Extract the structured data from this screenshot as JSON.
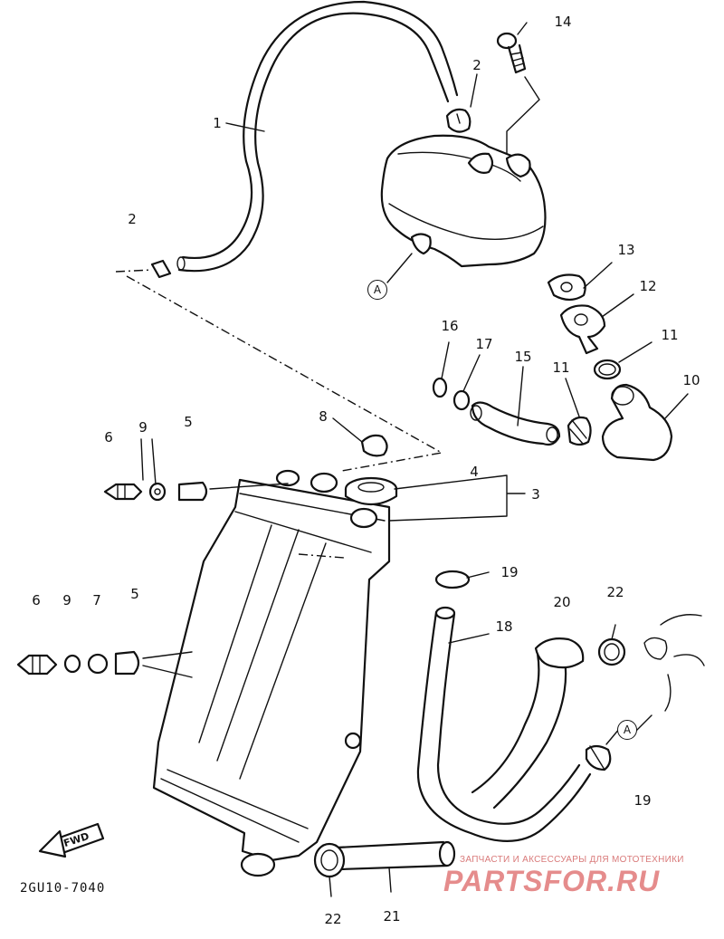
{
  "diagram": {
    "code": "2GU10-7040",
    "fwd_label": "FWD",
    "ref_mark": "A",
    "part_labels": [
      "1",
      "2",
      "2",
      "3",
      "4",
      "5",
      "5",
      "6",
      "6",
      "7",
      "8",
      "9",
      "9",
      "10",
      "11",
      "11",
      "12",
      "13",
      "14",
      "15",
      "16",
      "17",
      "18",
      "19",
      "19",
      "20",
      "21",
      "22",
      "22"
    ]
  },
  "labels": {
    "p1": "1",
    "p2a": "2",
    "p2b": "2",
    "p3": "3",
    "p4": "4",
    "p5a": "5",
    "p5b": "5",
    "p6a": "6",
    "p6b": "6",
    "p7": "7",
    "p8": "8",
    "p9a": "9",
    "p9b": "9",
    "p10": "10",
    "p11a": "11",
    "p11b": "11",
    "p12": "12",
    "p13": "13",
    "p14": "14",
    "p15": "15",
    "p16": "16",
    "p17": "17",
    "p18": "18",
    "p19a": "19",
    "p19b": "19",
    "p20": "20",
    "p21": "21",
    "p22a": "22",
    "p22b": "22"
  },
  "watermark": {
    "caption": "ЗАПЧАСТИ И АКСЕССУАРЫ ДЛЯ МОТОТЕХНИКИ",
    "brand": "PARTSFOR.RU"
  }
}
